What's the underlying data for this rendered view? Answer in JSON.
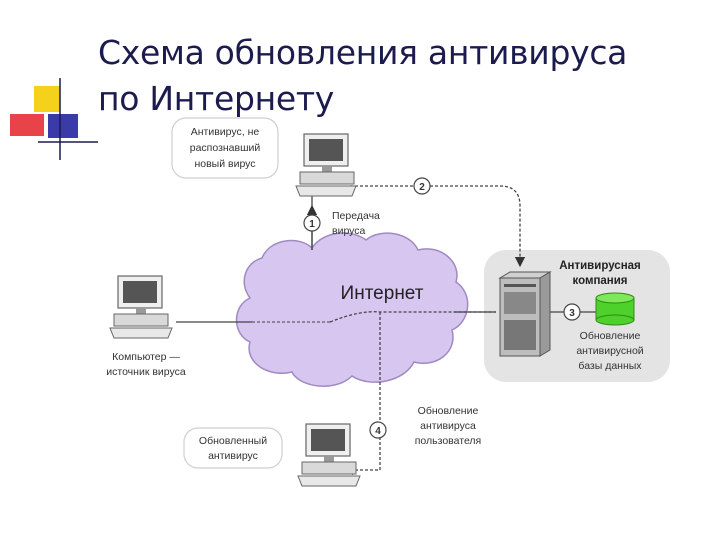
{
  "slide": {
    "title_line1": "Схема обновления антивируса",
    "title_line2": "по Интернету"
  },
  "diagram": {
    "cloud_label": "Интернет",
    "top_pc_label": [
      "Антивирус, не",
      "распознавший",
      "новый вирус"
    ],
    "left_pc_label": [
      "Компьютер —",
      "источник вируса"
    ],
    "bottom_pc_label": [
      "Обновленный",
      "антивирус"
    ],
    "company_title": [
      "Антивирусная",
      "компания"
    ],
    "db_update_label": [
      "Обновление",
      "антивирусной",
      "базы данных"
    ],
    "step1_label": [
      "Передача",
      "вируса"
    ],
    "user_update_label": [
      "Обновление",
      "антивируса",
      "пользователя"
    ],
    "steps": [
      "1",
      "2",
      "3",
      "4"
    ]
  },
  "colors": {
    "title": "#1b1b4e",
    "cloud_fill": "#d7c6f0",
    "cloud_stroke": "#9f8ac2",
    "company_panel": "#e4e4e4",
    "database": "#4fd12b",
    "bullet_yellow": "#f4d21c",
    "bullet_red": "#e5222a",
    "bullet_blue": "#3a3aa8"
  }
}
